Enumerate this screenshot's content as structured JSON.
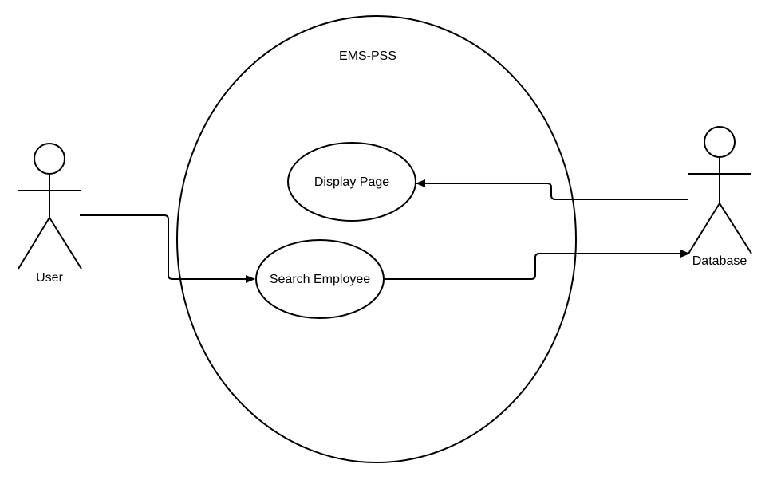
{
  "system": {
    "label": "EMS-PSS"
  },
  "use_cases": {
    "display_page": "Display Page",
    "search_employee": "Search Employee"
  },
  "actors": {
    "user": "User",
    "database": "Database"
  },
  "colors": {
    "stroke": "#000000",
    "background": "#ffffff"
  }
}
